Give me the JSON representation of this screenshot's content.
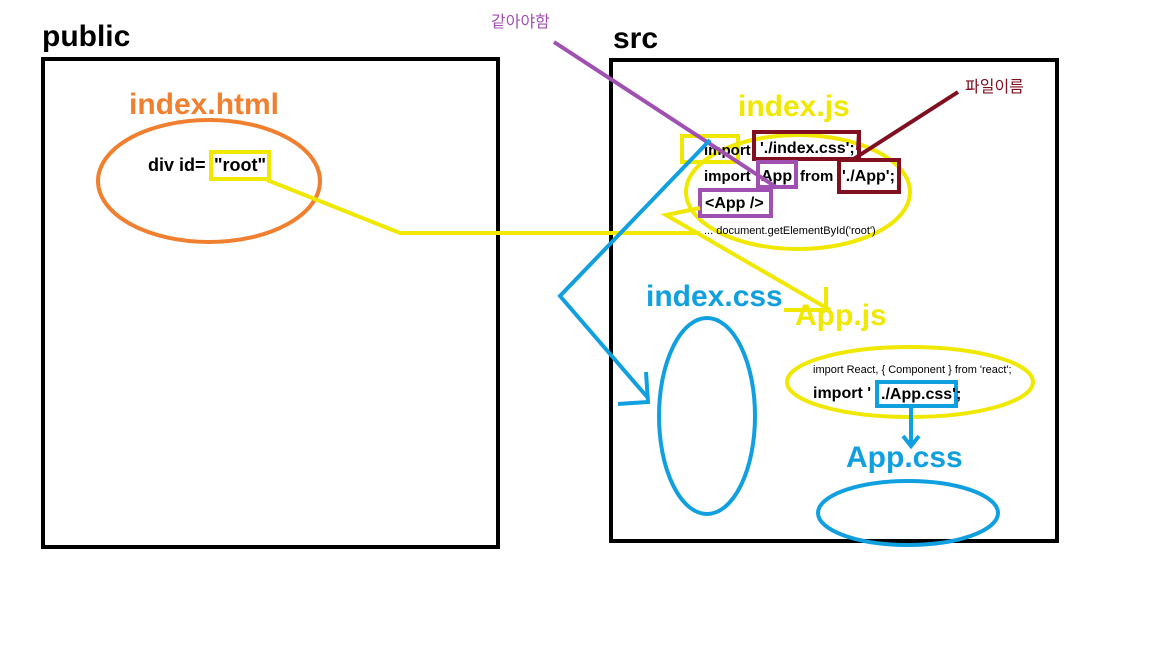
{
  "public_label": "public",
  "src_label": "src",
  "index_html": {
    "title": "index.html",
    "code_prefix": "div id=",
    "root_value": "\"root\""
  },
  "index_js": {
    "title": "index.js",
    "line1_keyword": "import",
    "line1_path": "'./index.css';",
    "line2_keyword": "import",
    "line2_name": "App",
    "line2_from": "from",
    "line2_path": "'./App';",
    "line3": "<App />",
    "line4": "...  document.getElementById('root')"
  },
  "app_js": {
    "title": "App.js",
    "line1": "import React, { Component } from 'react';",
    "line2_keyword": "import '",
    "line2_path": "./App.css';"
  },
  "index_css_label": "index.css",
  "app_css_label": "App.css",
  "annotations": {
    "must_match": "같아야함",
    "file_name": "파일이름"
  },
  "colors": {
    "black": "#000000",
    "orange": "#f08030",
    "yellow": "#f0e800",
    "blue": "#10a0e0",
    "purple": "#a050b0",
    "darkred": "#801020"
  }
}
